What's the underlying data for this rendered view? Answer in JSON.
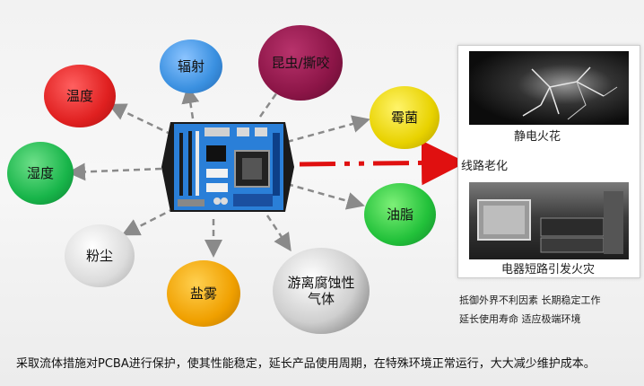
{
  "factors": [
    {
      "key": "temperature",
      "label": "温度",
      "color": "#e02020",
      "light": true
    },
    {
      "key": "radiation",
      "label": "辐射",
      "color": "#3a90e0",
      "light": true
    },
    {
      "key": "insects",
      "label": "昆虫/撕咬",
      "color": "#8c1547",
      "light": false
    },
    {
      "key": "mold",
      "label": "霉菌",
      "color": "#e8d200",
      "light": true
    },
    {
      "key": "humidity",
      "label": "湿度",
      "color": "#18b54a",
      "light": true
    },
    {
      "key": "oil",
      "label": "油脂",
      "color": "#22c13a",
      "light": true
    },
    {
      "key": "dust",
      "label": "粉尘",
      "color": "#d8d8d8",
      "light": true
    },
    {
      "key": "salt-spray",
      "label": "盐雾",
      "color": "#f0a000",
      "light": true
    },
    {
      "key": "corrosive-gas",
      "label": "游离腐蚀性气体",
      "color": "#4a4a4a",
      "light": false
    }
  ],
  "right_panel": {
    "top_caption": "静电火花",
    "wire_label": "线路老化",
    "bottom_caption": "电器短路引发火灾"
  },
  "notes": [
    "抵御外界不利因素 长期稳定工作",
    "延长使用寿命 适应极端环境"
  ],
  "footer": "采取流体措施对PCBA进行保护，使其性能稳定，延长产品使用周期，在特殊环境正常运行，大大减少维护成本。",
  "colors": {
    "arrow_gray": "#8a8a8a",
    "red_arrow": "#e01010",
    "board_blue": "#2a7fd8"
  }
}
